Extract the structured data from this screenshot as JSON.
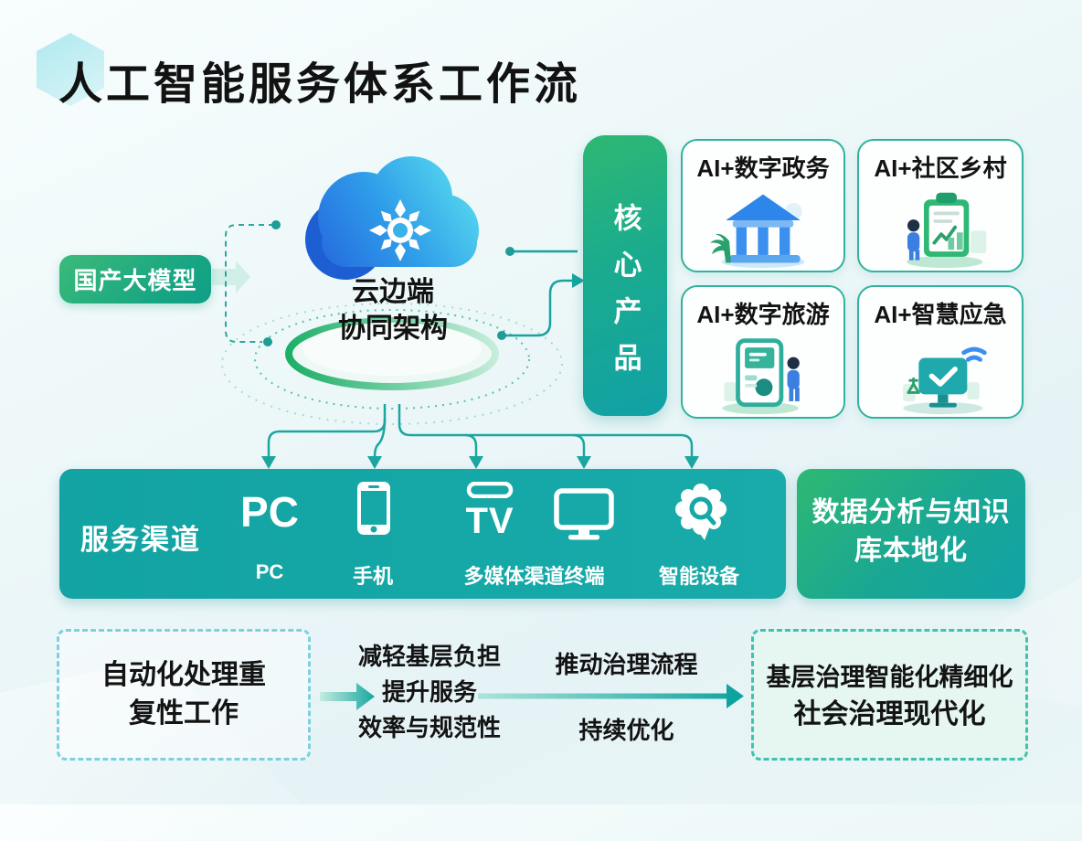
{
  "page": {
    "title": "人工智能服务体系工作流"
  },
  "colors": {
    "green": "#2eb873",
    "teal": "#14a5a3",
    "blue_cloud": "#2f86ea",
    "text_dark": "#131313",
    "card_border": "#2fb39e",
    "dash_left": "#7fd0dd",
    "dash_right": "#43c1b0"
  },
  "model_badge": {
    "label": "国产大模型"
  },
  "cloud": {
    "icon": "ai-cloud-icon",
    "line1": "云边端",
    "line2": "协同架构"
  },
  "core_products": {
    "bar_label": "核心产品",
    "cards": [
      {
        "title": "AI+数字政务",
        "icon": "government-building-icon"
      },
      {
        "title": "AI+社区乡村",
        "icon": "clipboard-person-icon"
      },
      {
        "title": "AI+数字旅游",
        "icon": "travel-guide-icon"
      },
      {
        "title": "AI+智慧应急",
        "icon": "monitor-check-wifi-icon"
      }
    ]
  },
  "service_channels": {
    "label": "服务渠道",
    "pc_big_text": "PC",
    "tv_icon_text": "TV",
    "items": [
      {
        "id": "pc",
        "icon": "pc-text-icon",
        "label": "PC"
      },
      {
        "id": "phone",
        "icon": "smartphone-icon",
        "label": "手机"
      },
      {
        "id": "multimedia",
        "icon": "tv-and-monitor-icons",
        "label": "多媒体渠道终端"
      },
      {
        "id": "smart-device",
        "icon": "smart-device-gear-icon",
        "label": "智能设备"
      }
    ]
  },
  "data_box": {
    "line1": "数据分析与知识",
    "line2": "库本地化"
  },
  "workflow": {
    "left_box": {
      "line1": "自动化处理重",
      "line2": "复性工作"
    },
    "middle_lines": {
      "l1": "减轻基层负担",
      "l2": "提升服务",
      "l3": "效率与规范性"
    },
    "arrow_top_label": "推动治理流程",
    "arrow_bottom_label": "持续优化",
    "right_box": {
      "line1": "基层治理智能化精细化",
      "line2": "社会治理现代化"
    }
  }
}
